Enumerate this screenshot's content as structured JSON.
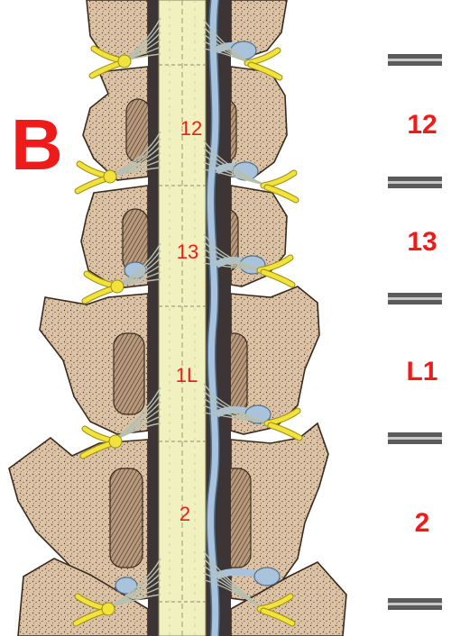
{
  "figure": {
    "panel_letter": "B",
    "cord_labels": [
      "12",
      "13",
      "1L",
      "2"
    ],
    "segment_labels": [
      "12",
      "13",
      "L1",
      "2"
    ]
  },
  "colors": {
    "bone": "#dcc3a6",
    "bone_outline": "#3a2a1e",
    "bone_stipple": "#5a3f2a",
    "cord": "#f1f1bf",
    "cord_outline": "#7f7f55",
    "vein": "#a9c3dd",
    "vein_dark": "#4f6f8f",
    "nerve": "#f2e23c",
    "nerve_outline": "#9b8d12",
    "dark_space": "#3d3436",
    "label_red": "#ee1b1b",
    "bar_gray": "#5b5b5b"
  }
}
